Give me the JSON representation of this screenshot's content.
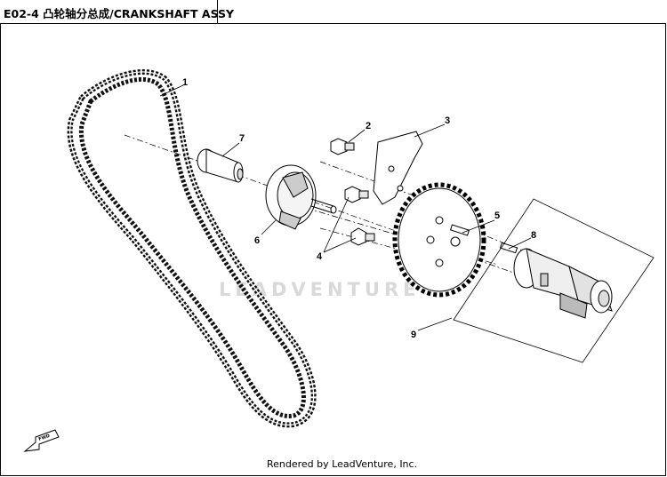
{
  "header": {
    "title": "E02-4 凸轮轴分总成/CRANKSHAFT ASSY"
  },
  "watermark": "LEADVENTURE",
  "footer": "Rendered by LeadVenture, Inc.",
  "direction_badge": "FWD",
  "callouts": [
    "1",
    "2",
    "3",
    "4",
    "5",
    "6",
    "7",
    "8",
    "9"
  ],
  "icons": {
    "direction": "fwd-arrow-icon"
  }
}
